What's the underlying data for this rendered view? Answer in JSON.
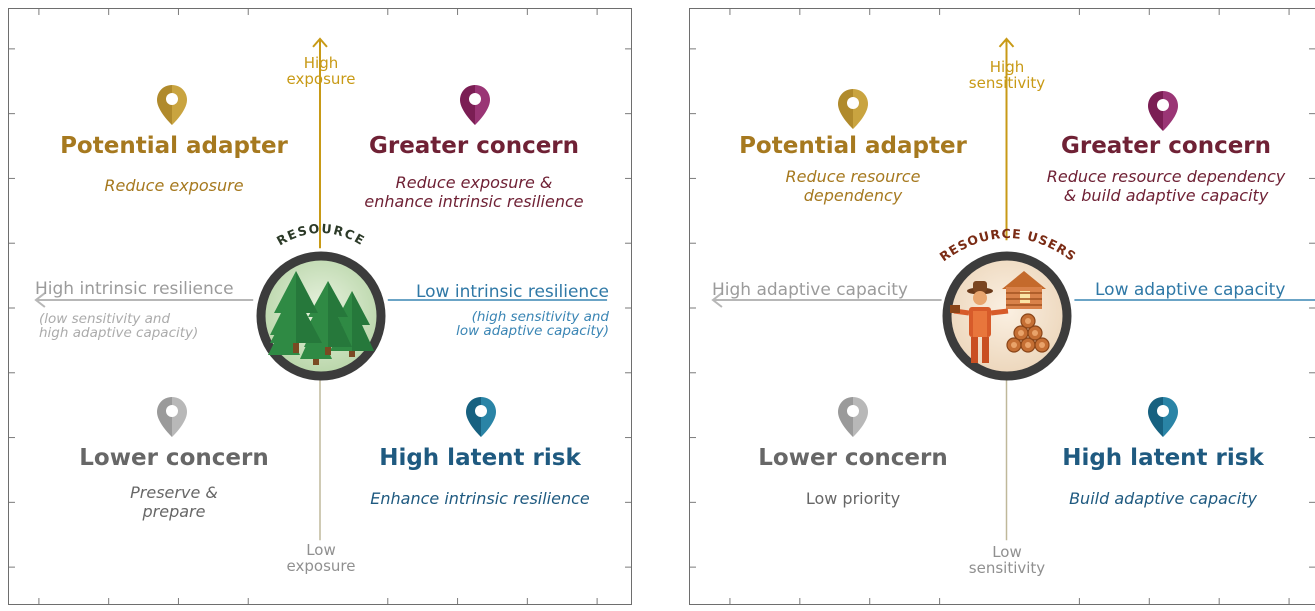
{
  "colors": {
    "gold": "#b08a2c",
    "gold_axis": "#c89a16",
    "maroon": "#7c2a3f",
    "magenta_pin": "#8c2a62",
    "teal": "#1f5f86",
    "teal_pin": "#1d6e8e",
    "gray": "#6d6d6d",
    "gray_light": "#a6a6a6",
    "blue_axis": "#3a85b4",
    "emblem_ring": "#3c3c3c"
  },
  "left": {
    "top_axis": {
      "line1": "High",
      "line2": "exposure"
    },
    "bottom_axis": {
      "line1": "Low",
      "line2": "exposure"
    },
    "left_axis": {
      "label": "High intrinsic resilience",
      "note1": "(low sensitivity and",
      "note2": "high adaptive capacity)"
    },
    "right_axis": {
      "label": "Low intrinsic resilience",
      "note1": "(high sensitivity and",
      "note2": "low adaptive capacity)"
    },
    "emblem_label": "RESOURCE",
    "quadrants": {
      "top_left": {
        "title": "Potential adapter",
        "line1": "Reduce exposure",
        "pin_icon": "location-pin-icon"
      },
      "top_right": {
        "title": "Greater concern",
        "line1": "Reduce exposure &",
        "line2": "enhance intrinsic resilience",
        "pin_icon": "location-pin-icon"
      },
      "bottom_left": {
        "title": "Lower concern",
        "line1": "Preserve &",
        "line2": "prepare",
        "pin_icon": "location-pin-icon"
      },
      "bottom_right": {
        "title": "High latent risk",
        "line1": "Enhance intrinsic resilience",
        "pin_icon": "location-pin-icon"
      }
    }
  },
  "right": {
    "top_axis": {
      "line1": "High",
      "line2": "sensitivity"
    },
    "bottom_axis": {
      "line1": "Low",
      "line2": "sensitivity"
    },
    "left_axis": {
      "label": "High adaptive capacity"
    },
    "right_axis": {
      "label": "Low adaptive capacity"
    },
    "emblem_label": "RESOURCE USERS",
    "quadrants": {
      "top_left": {
        "title": "Potential adapter",
        "line1": "Reduce resource",
        "line2": "dependency",
        "pin_icon": "location-pin-icon"
      },
      "top_right": {
        "title": "Greater concern",
        "line1": "Reduce resource dependency",
        "line2": "& build adaptive capacity",
        "pin_icon": "location-pin-icon"
      },
      "bottom_left": {
        "title": "Lower concern",
        "line1": "Low priority",
        "pin_icon": "location-pin-icon"
      },
      "bottom_right": {
        "title": "High latent risk",
        "line1": "Build adaptive capacity",
        "pin_icon": "location-pin-icon"
      }
    }
  }
}
